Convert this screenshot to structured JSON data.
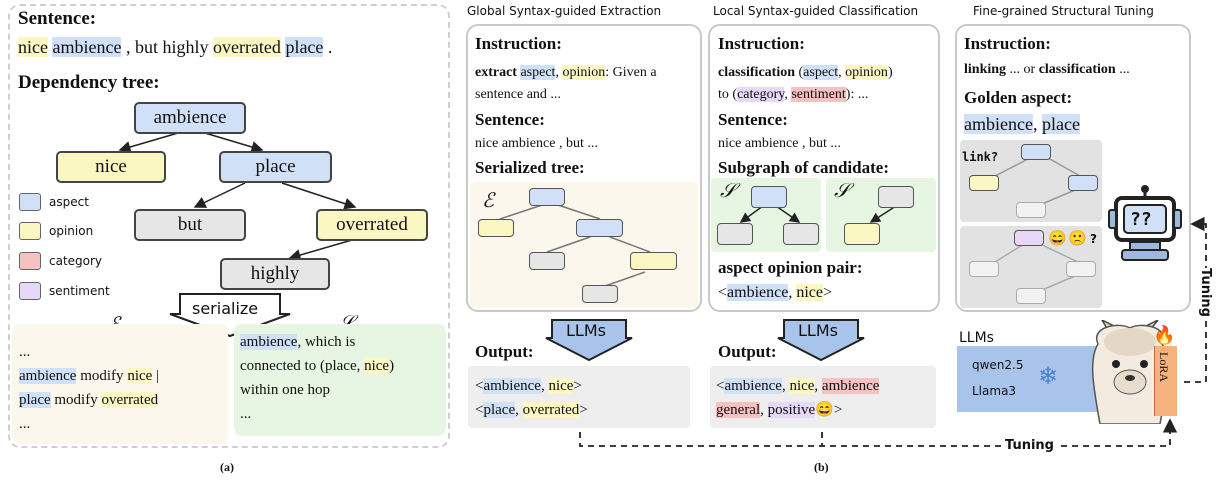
{
  "panel_a": {
    "sentence_heading": "Sentence:",
    "sentence": [
      {
        "text": "nice",
        "type": "opinion"
      },
      {
        "text": " ",
        "type": "none"
      },
      {
        "text": "ambience",
        "type": "aspect"
      },
      {
        "text": " , but highly ",
        "type": "none"
      },
      {
        "text": "overrated",
        "type": "opinion"
      },
      {
        "text": " ",
        "type": "none"
      },
      {
        "text": "place",
        "type": "aspect"
      },
      {
        "text": " .",
        "type": "none"
      }
    ],
    "tree_heading": "Dependency tree:",
    "tree_nodes": {
      "ambience": "ambience",
      "nice": "nice",
      "place": "place",
      "but": "but",
      "overrated": "overrated",
      "highly": "highly"
    },
    "legend": [
      {
        "label": "aspect",
        "color": "#cfe0f7"
      },
      {
        "label": "opinion",
        "color": "#fbf7c3"
      },
      {
        "label": "category",
        "color": "#f6c1c1"
      },
      {
        "label": "sentiment",
        "color": "#e6d8f6"
      }
    ],
    "serialize_label": "serialize",
    "symbol_e": "ℰ",
    "symbol_s": "𝒮",
    "box_e": {
      "line1": "...",
      "line2_a": "ambience",
      "line2_b": " modify ",
      "line2_c": "nice",
      "line2_d": " |",
      "line3_a": "place",
      "line3_b": " modify ",
      "line3_c": "overrated",
      "line4": "..."
    },
    "box_s": {
      "line1_a": "ambience",
      "line1_b": ", which is",
      "line2_a": "connected to (place, ",
      "line2_b": "nice",
      "line2_c": ")",
      "line3": "within one hop",
      "line4": "..."
    },
    "caption": "(a)"
  },
  "panel_b": {
    "caption": "(b)",
    "col1": {
      "title": "Global Syntax-guided Extraction",
      "instruction_heading": "Instruction:",
      "instr_a": "extract",
      "instr_b": "aspect",
      "instr_c": ",",
      "instr_d": "opinion",
      "instr_e": ": Given a",
      "instr_f": "sentence and ...",
      "sentence_heading": "Sentence:",
      "sentence": "nice ambience , but ...",
      "tree_heading": "Serialized tree:",
      "symbol": "ℰ",
      "llm": "LLMs",
      "output_heading": "Output:",
      "out1_a": "<",
      "out1_b": "ambience",
      "out1_c": ", ",
      "out1_d": "nice",
      "out1_e": ">",
      "out2_a": "<",
      "out2_b": "place",
      "out2_c": ", ",
      "out2_d": "overrated",
      "out2_e": ">"
    },
    "col2": {
      "title": "Local Syntax-guided Classification",
      "instruction_heading": "Instruction:",
      "instr_a": "classification",
      "instr_b": " (",
      "instr_c": "aspect",
      "instr_d": ", ",
      "instr_e": "opinion",
      "instr_f": ")",
      "instr_g": "to (",
      "instr_h": "category",
      "instr_i": ", ",
      "instr_j": "sentiment",
      "instr_k": "): ...",
      "sentence_heading": "Sentence:",
      "sentence": "nice ambience , but ...",
      "subgraph_heading": "Subgraph of candidate:",
      "symbol": "𝒮",
      "pair_heading": "aspect opinion pair:",
      "pair_a": "<",
      "pair_b": "ambience",
      "pair_c": ", ",
      "pair_d": "nice",
      "pair_e": ">",
      "llm": "LLMs",
      "output_heading": "Output:",
      "out1_a": "<",
      "out1_b": "ambience",
      "out1_c": ", ",
      "out1_d": "nice",
      "out1_e": ", ",
      "out1_f": "ambience",
      "out2_a": "general",
      "out2_b": ", ",
      "out2_c": "positive",
      "out2_d": "😄",
      "out2_e": ">"
    },
    "col3": {
      "title": "Fine-grained Structural Tuning",
      "instruction_heading": "Instruction:",
      "instr_a": "linking",
      "instr_b": " ... or ",
      "instr_c": "classification",
      "instr_d": " ...",
      "golden_heading": "Golden aspect:",
      "golden_a": "ambience",
      "golden_b": ", ",
      "golden_c": "place",
      "link_label": "link?",
      "emoji_happy": "😄",
      "emoji_sad": "🙁",
      "question": "?",
      "robot_text": "??",
      "llms_label": "LLMs",
      "model1": "qwen2.5",
      "model2": "Llama3",
      "lora": "LoRA",
      "tuning_right": "Tuning",
      "tuning_bottom": "Tuning"
    }
  }
}
